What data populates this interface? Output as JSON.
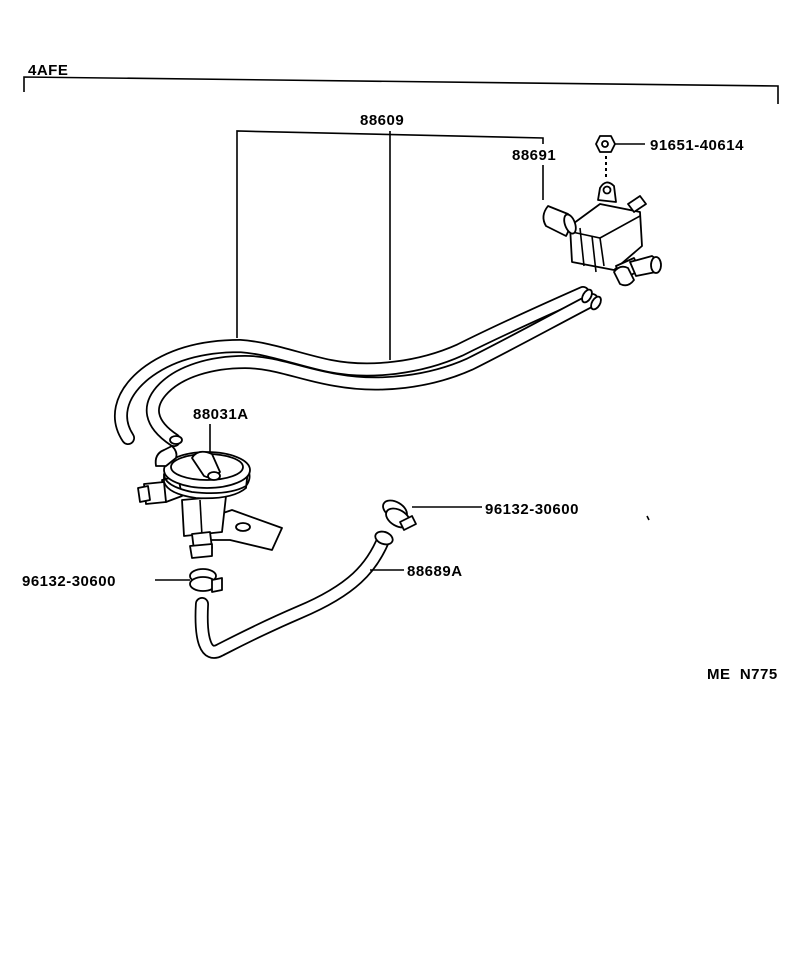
{
  "engine_code": "4AFE",
  "diagram_code": "ME  N775",
  "labels": {
    "vacuum_hose": "88609",
    "vsv": "88691",
    "nut": "91651-40614",
    "valve": "88031A",
    "clip_upper": "96132-30600",
    "clip_lower": "96132-30600",
    "hose_lower": "88689A"
  }
}
